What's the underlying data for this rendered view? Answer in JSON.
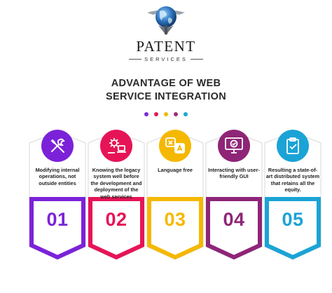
{
  "brand": {
    "name": "PATENT",
    "sub": "SERVICES"
  },
  "title": {
    "line1": "ADVANTAGE OF WEB",
    "line2": "SERVICE INTEGRATION"
  },
  "dots": [
    "#7b2bd6",
    "#e6195a",
    "#f2b705",
    "#9b2d7f",
    "#1aa6d8"
  ],
  "cards": [
    {
      "icon": "tools-icon",
      "text": "Modifying internal operations, not outside entities",
      "number": "01",
      "color": "#7b22d9"
    },
    {
      "icon": "gear-laptop-icon",
      "text": "Knowing the legacy system well before the development and deployment of the web services",
      "number": "02",
      "color": "#e61457"
    },
    {
      "icon": "translate-icon",
      "text": "Language free",
      "number": "03",
      "color": "#f5b800"
    },
    {
      "icon": "monitor-check-icon",
      "text": "Interacting with user-friendly GUI",
      "number": "04",
      "color": "#8e2577"
    },
    {
      "icon": "clipboard-check-icon",
      "text": "Resulting a state-of-art distributed system that retains all the equity.",
      "number": "05",
      "color": "#1ba3d6"
    }
  ]
}
